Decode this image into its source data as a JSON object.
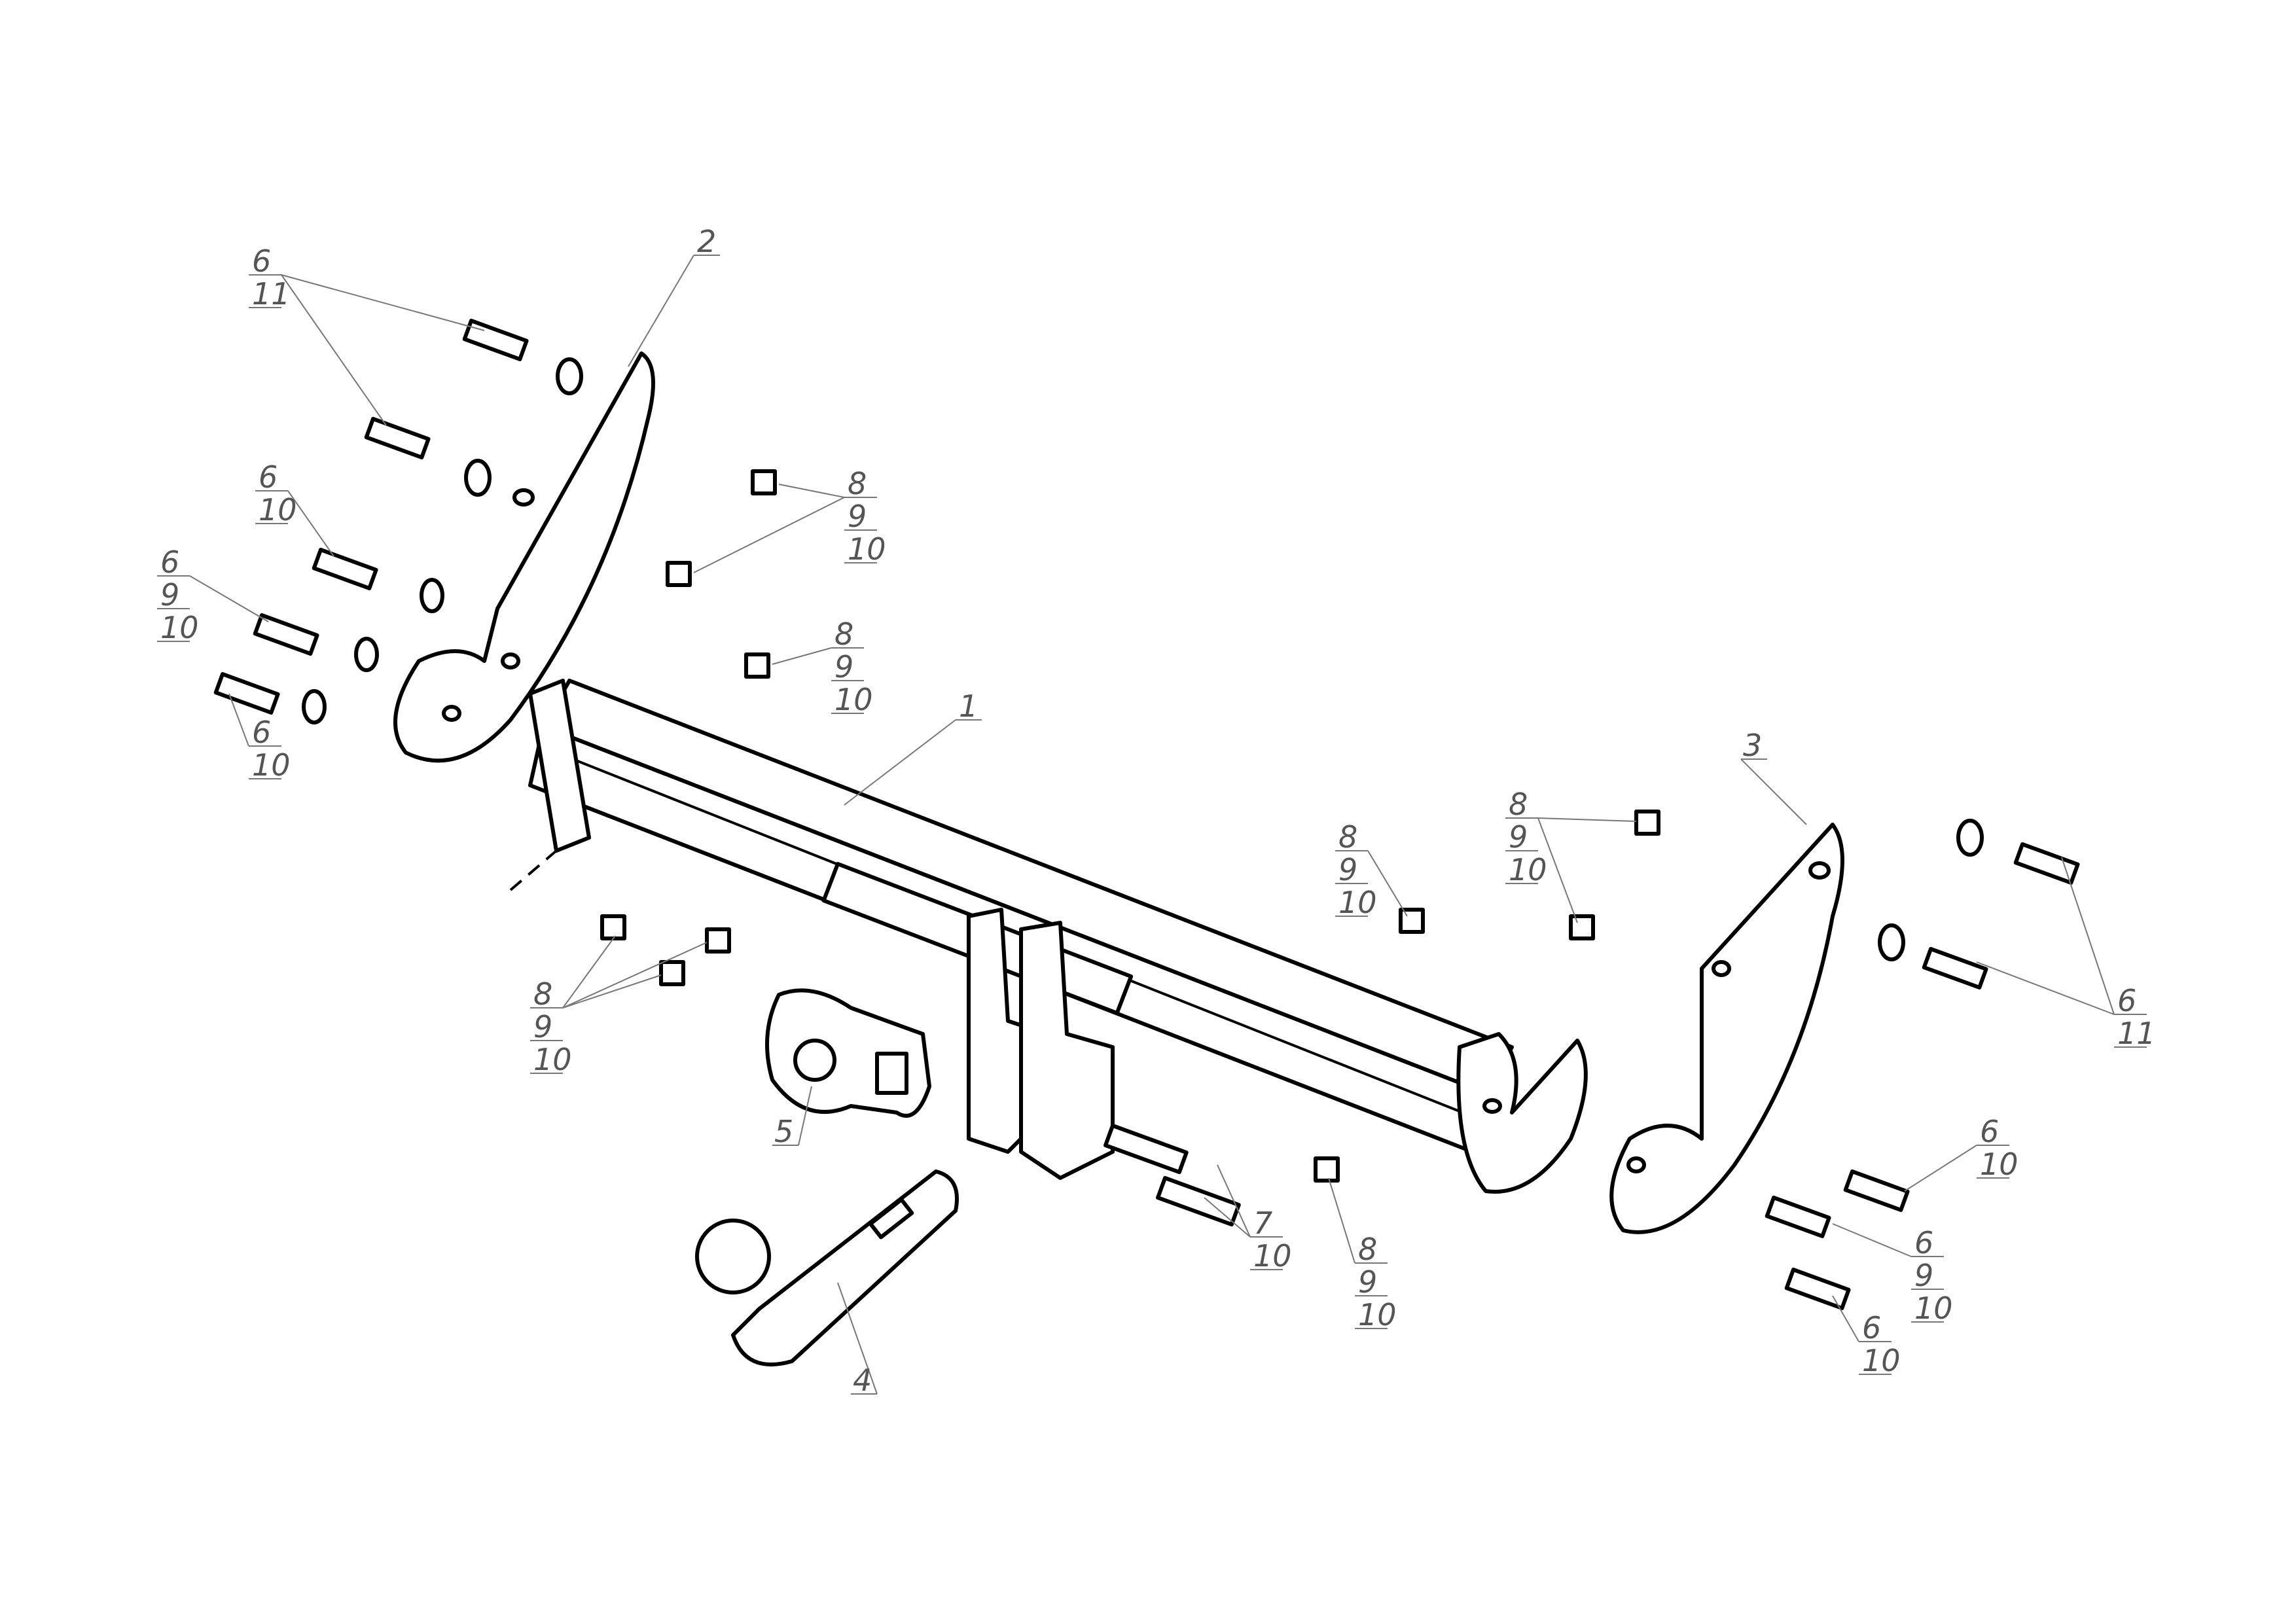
{
  "callouts": {
    "p1": "1",
    "p2": "2",
    "p3": "3",
    "p4": "4",
    "p5": "5",
    "a": [
      "6",
      "11"
    ],
    "b": [
      "6",
      "10"
    ],
    "c": [
      "6",
      "9",
      "10"
    ],
    "d": [
      "6",
      "10"
    ],
    "e": [
      "8",
      "9",
      "10"
    ],
    "f": [
      "8",
      "9",
      "10"
    ],
    "g": [
      "8",
      "9",
      "10"
    ],
    "h": [
      "8",
      "9",
      "10"
    ],
    "i": [
      "8",
      "9",
      "10"
    ],
    "j": [
      "7",
      "10"
    ],
    "k": [
      "8",
      "9",
      "10"
    ],
    "l": [
      "6",
      "11"
    ],
    "m": [
      "6",
      "10"
    ],
    "n": [
      "6",
      "9",
      "10"
    ],
    "o": [
      "6",
      "10"
    ]
  },
  "colors": {
    "ink": "#000000",
    "callout": "#555555",
    "background": "#ffffff"
  }
}
